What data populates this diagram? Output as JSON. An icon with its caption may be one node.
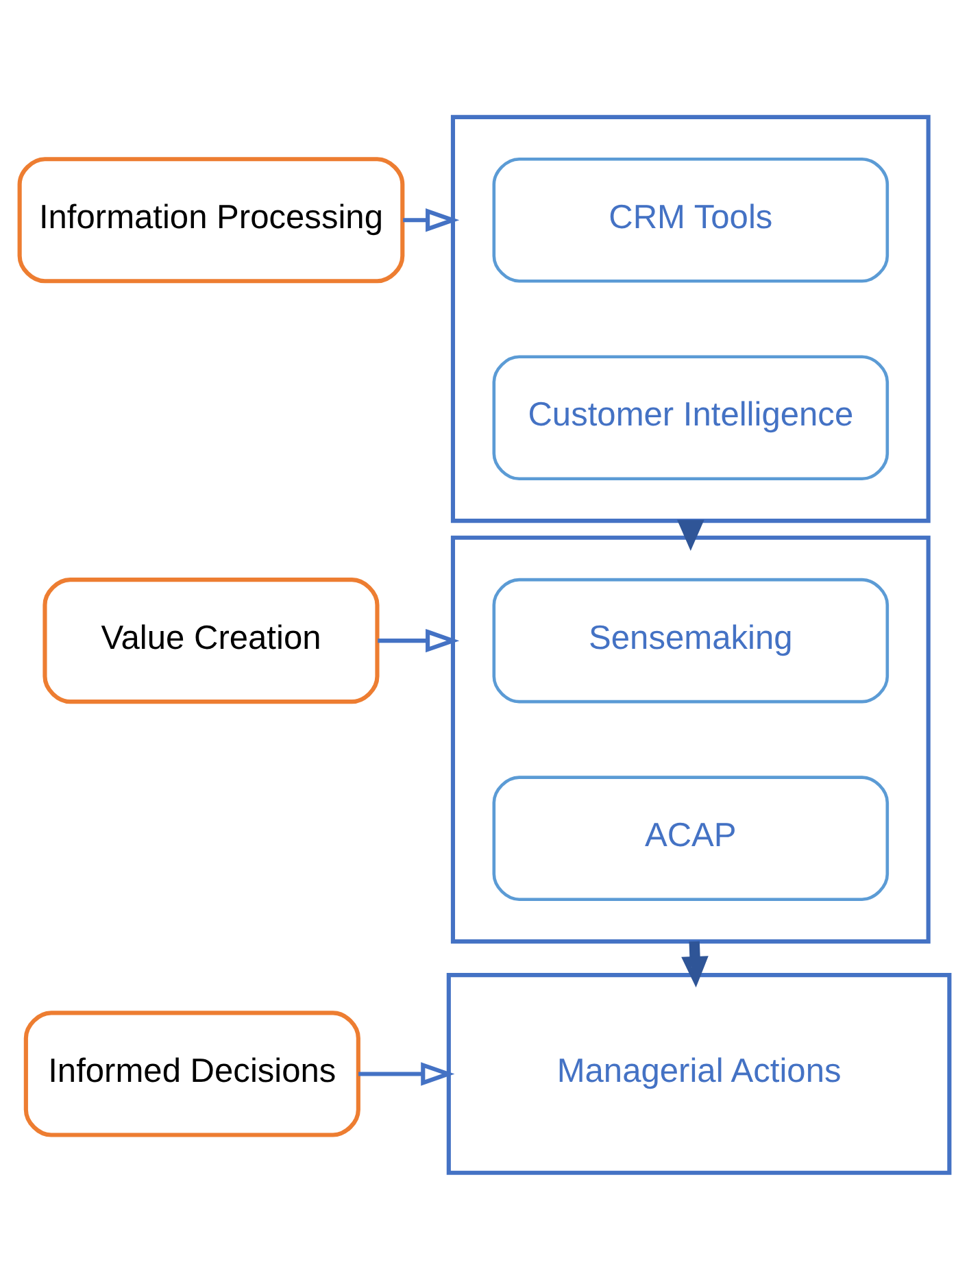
{
  "diagram": {
    "nodes": [
      {
        "text": [
          "Information Processing"
        ]
      },
      {
        "text": [],
        "shape": "box"
      },
      {
        "text": [
          "CRM Tools"
        ],
        "in": 1
      },
      {
        "text": [
          "Customer Intelligence"
        ],
        "in": 1
      },
      {
        "text": [
          "Value Creation"
        ]
      },
      {
        "text": [],
        "shape": "box"
      },
      {
        "text": [
          "Sensemaking"
        ],
        "in": 5
      },
      {
        "text": [
          "ACAP"
        ],
        "in": 5
      },
      {
        "text": [
          "Informed Decisions"
        ]
      },
      {
        "text": [
          "Managerial Actions"
        ]
      }
    ],
    "edges": [
      {
        "from": 0,
        "to": 1,
        "arrow": "to"
      },
      {
        "from": 1,
        "to": 5,
        "arrow": "to",
        "style": "thick",
        "color": "#2f5597"
      },
      {
        "from": 4,
        "to": 5,
        "arrow": "to"
      },
      {
        "from": 5,
        "to": 9,
        "arrow": "to",
        "style": "thick",
        "color": "#2f5597"
      },
      {
        "from": 8,
        "to": 9,
        "arrow": "to"
      }
    ]
  }
}
